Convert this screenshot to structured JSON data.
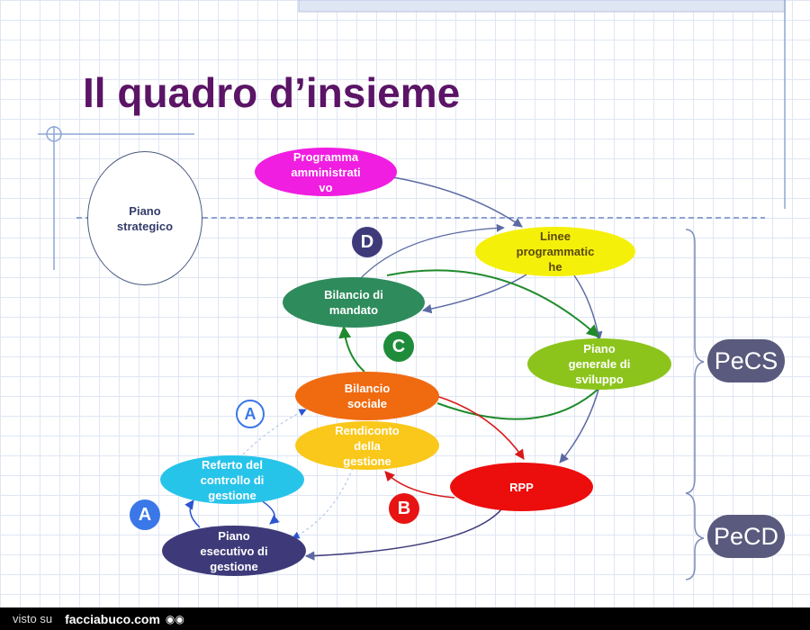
{
  "title": "Il quadro d’insieme",
  "nodes": {
    "programma": "Programma\namministrati\nvo",
    "piano_strategico": "Piano\nstrategico",
    "linee": "Linee\nprogrammatic\nhe",
    "bilancio_mandato": "Bilancio di\nmandato",
    "piano_generale": "Piano\ngenerale di\nsviluppo",
    "bilancio_sociale": "Bilancio\nsociale",
    "rendiconto": "Rendiconto\ndella\ngestione",
    "referto": "Referto del\ncontrollo di\ngestione",
    "rpp": "RPP",
    "peg": "Piano\nesecutivo di\ngestione"
  },
  "badges": {
    "d": "D",
    "c": "C",
    "a_outline": "A",
    "a": "A",
    "b": "B"
  },
  "pills": {
    "pecs": "PeCS",
    "pecd": "PeCD"
  },
  "colors": {
    "title": "#5b1466",
    "programma": "#f01ee0",
    "linee": "#f5f00a",
    "bilancio_mandato": "#2e8b5c",
    "piano_generale": "#8cc41c",
    "bilancio_sociale": "#f06a10",
    "rendiconto": "#fac81a",
    "referto": "#27c4ea",
    "rpp": "#ec0d0d",
    "peg": "#3e3a7a",
    "badge_d": "#3e3a7a",
    "badge_c": "#1f8c3c",
    "badge_a": "#3a77e8",
    "badge_b": "#e81414",
    "pill": "#5a5a7e"
  },
  "footer": {
    "visto": "visto su",
    "brand": "facciabuco.com",
    "eyes": "◉◉"
  }
}
